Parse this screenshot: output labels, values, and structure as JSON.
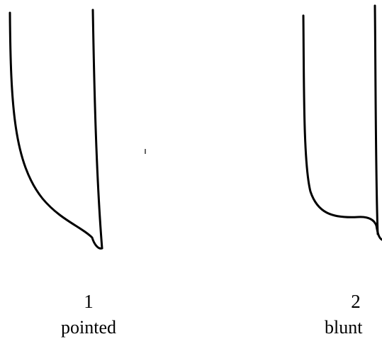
{
  "figures": [
    {
      "number": "1",
      "label": "pointed",
      "shape": "pointed"
    },
    {
      "number": "2",
      "label": "blunt",
      "shape": "blunt"
    }
  ],
  "colors": {
    "stroke": "#000000",
    "background": "#ffffff"
  }
}
